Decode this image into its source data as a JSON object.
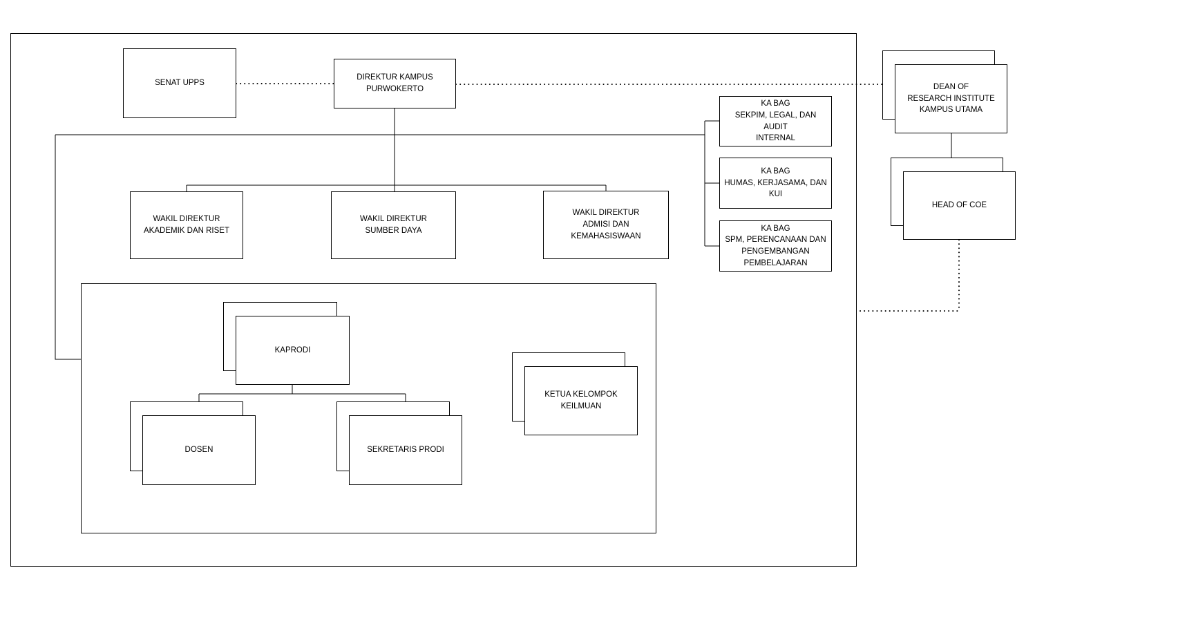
{
  "diagram": {
    "type": "org-chart",
    "colors": {
      "stroke": "#000000",
      "background": "#ffffff",
      "box_fill": "#ffffff"
    },
    "nodes": {
      "senat_upps": {
        "label": "SENAT UPPS"
      },
      "direktur_kampus": {
        "label": "DIREKTUR KAMPUS\nPURWOKERTO"
      },
      "wakil_akademik": {
        "label": "WAKIL DIREKTUR\nAKADEMIK DAN RISET"
      },
      "wakil_sumber_daya": {
        "label": "WAKIL DIREKTUR\nSUMBER DAYA"
      },
      "wakil_admisi": {
        "label": "WAKIL DIREKTUR\nADMISI DAN KEMAHASISWAAN"
      },
      "kabag_sekpim": {
        "label": "KA BAG\nSEKPIM, LEGAL, DAN AUDIT\nINTERNAL"
      },
      "kabag_humas": {
        "label": "KA BAG\nHUMAS, KERJASAMA, DAN\nKUI"
      },
      "kabag_spm": {
        "label": "KA BAG\nSPM, PERENCANAAN DAN\nPENGEMBANGAN\nPEMBELAJARAN"
      },
      "kaprodi": {
        "label": "KAPRODI",
        "stacked": true
      },
      "dosen": {
        "label": "DOSEN",
        "stacked": true
      },
      "sekretaris_prodi": {
        "label": "SEKRETARIS PRODI",
        "stacked": true
      },
      "ketua_kelompok": {
        "label": "KETUA KELOMPOK\nKEILMUAN",
        "stacked": true
      },
      "dean_research": {
        "label": "DEAN OF\nRESEARCH INSTITUTE\nKAMPUS UTAMA",
        "stacked": true
      },
      "head_of_coe": {
        "label": "HEAD OF COE",
        "stacked": true
      }
    }
  }
}
